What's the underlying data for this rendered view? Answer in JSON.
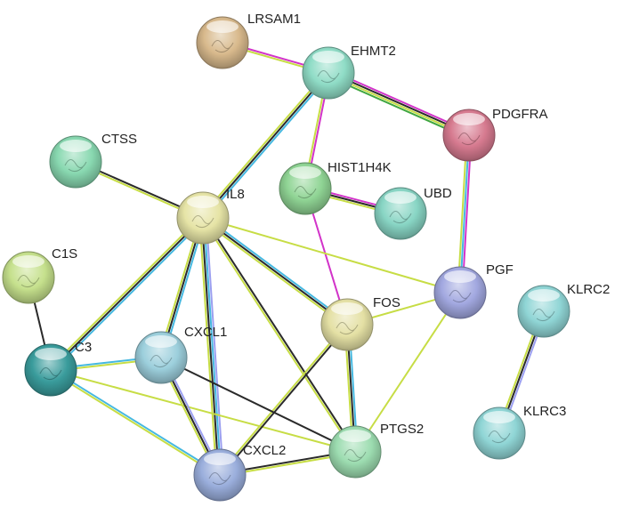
{
  "network": {
    "evidence_colors": {
      "text_mining": "#c7dd45",
      "coexpression": "#2a2a2a",
      "database": "#45b8e0",
      "experiments": "#d233c9",
      "homology": "#9b9ff0",
      "neighborhood": "#3fa63f"
    },
    "nodes": [
      {
        "id": "LRSAM1",
        "label": "LRSAM1",
        "color": "#d8b98c"
      },
      {
        "id": "EHMT2",
        "label": "EHMT2",
        "color": "#8fdcc6"
      },
      {
        "id": "PDGFRA",
        "label": "PDGFRA",
        "color": "#d67a8f"
      },
      {
        "id": "CTSS",
        "label": "CTSS",
        "color": "#88d8b0"
      },
      {
        "id": "HIST1H4K",
        "label": "HIST1H4K",
        "color": "#8fd494"
      },
      {
        "id": "UBD",
        "label": "UBD",
        "color": "#88d5c4"
      },
      {
        "id": "IL8",
        "label": "IL8",
        "color": "#e6e4a6"
      },
      {
        "id": "C1S",
        "label": "C1S",
        "color": "#c5e08c"
      },
      {
        "id": "PGF",
        "label": "PGF",
        "color": "#a2a8e0"
      },
      {
        "id": "KLRC2",
        "label": "KLRC2",
        "color": "#8fd5d5"
      },
      {
        "id": "FOS",
        "label": "FOS",
        "color": "#e4e0a4"
      },
      {
        "id": "C3",
        "label": "C3",
        "color": "#3a9c9c"
      },
      {
        "id": "CXCL1",
        "label": "CXCL1",
        "color": "#9ccfdc"
      },
      {
        "id": "KLRC3",
        "label": "KLRC3",
        "color": "#8fd5d5"
      },
      {
        "id": "PTGS2",
        "label": "PTGS2",
        "color": "#9cdcb0"
      },
      {
        "id": "CXCL2",
        "label": "CXCL2",
        "color": "#9aaedc"
      }
    ],
    "edges": [
      {
        "source": "LRSAM1",
        "target": "EHMT2",
        "types": [
          "experiments",
          "text_mining"
        ]
      },
      {
        "source": "EHMT2",
        "target": "PDGFRA",
        "types": [
          "experiments",
          "coexpression",
          "text_mining",
          "neighborhood"
        ]
      },
      {
        "source": "EHMT2",
        "target": "HIST1H4K",
        "types": [
          "experiments",
          "text_mining"
        ]
      },
      {
        "source": "EHMT2",
        "target": "IL8",
        "types": [
          "database",
          "coexpression",
          "text_mining"
        ]
      },
      {
        "source": "PDGFRA",
        "target": "PGF",
        "types": [
          "experiments",
          "database",
          "text_mining"
        ]
      },
      {
        "source": "HIST1H4K",
        "target": "UBD",
        "types": [
          "experiments",
          "coexpression",
          "text_mining"
        ]
      },
      {
        "source": "HIST1H4K",
        "target": "FOS",
        "types": [
          "experiments"
        ]
      },
      {
        "source": "CTSS",
        "target": "IL8",
        "types": [
          "coexpression",
          "text_mining"
        ]
      },
      {
        "source": "IL8",
        "target": "FOS",
        "types": [
          "database",
          "coexpression",
          "text_mining"
        ]
      },
      {
        "source": "IL8",
        "target": "PGF",
        "types": [
          "text_mining"
        ]
      },
      {
        "source": "IL8",
        "target": "C3",
        "types": [
          "database",
          "coexpression",
          "text_mining"
        ]
      },
      {
        "source": "IL8",
        "target": "CXCL1",
        "types": [
          "database",
          "coexpression",
          "text_mining"
        ]
      },
      {
        "source": "IL8",
        "target": "CXCL2",
        "types": [
          "homology",
          "database",
          "coexpression",
          "text_mining"
        ]
      },
      {
        "source": "IL8",
        "target": "PTGS2",
        "types": [
          "coexpression",
          "text_mining"
        ]
      },
      {
        "source": "C1S",
        "target": "C3",
        "types": [
          "coexpression"
        ]
      },
      {
        "source": "C3",
        "target": "CXCL1",
        "types": [
          "database",
          "text_mining"
        ]
      },
      {
        "source": "C3",
        "target": "CXCL2",
        "types": [
          "database",
          "text_mining"
        ]
      },
      {
        "source": "C3",
        "target": "PTGS2",
        "types": [
          "text_mining"
        ]
      },
      {
        "source": "FOS",
        "target": "PGF",
        "types": [
          "text_mining"
        ]
      },
      {
        "source": "FOS",
        "target": "PTGS2",
        "types": [
          "database",
          "coexpression",
          "text_mining"
        ]
      },
      {
        "source": "FOS",
        "target": "CXCL2",
        "types": [
          "coexpression",
          "text_mining"
        ]
      },
      {
        "source": "PGF",
        "target": "PTGS2",
        "types": [
          "text_mining"
        ]
      },
      {
        "source": "CXCL1",
        "target": "CXCL2",
        "types": [
          "homology",
          "coexpression",
          "text_mining"
        ]
      },
      {
        "source": "CXCL1",
        "target": "PTGS2",
        "types": [
          "coexpression"
        ]
      },
      {
        "source": "CXCL2",
        "target": "PTGS2",
        "types": [
          "coexpression",
          "text_mining"
        ]
      },
      {
        "source": "KLRC2",
        "target": "KLRC3",
        "types": [
          "homology",
          "coexpression",
          "text_mining"
        ]
      }
    ]
  }
}
